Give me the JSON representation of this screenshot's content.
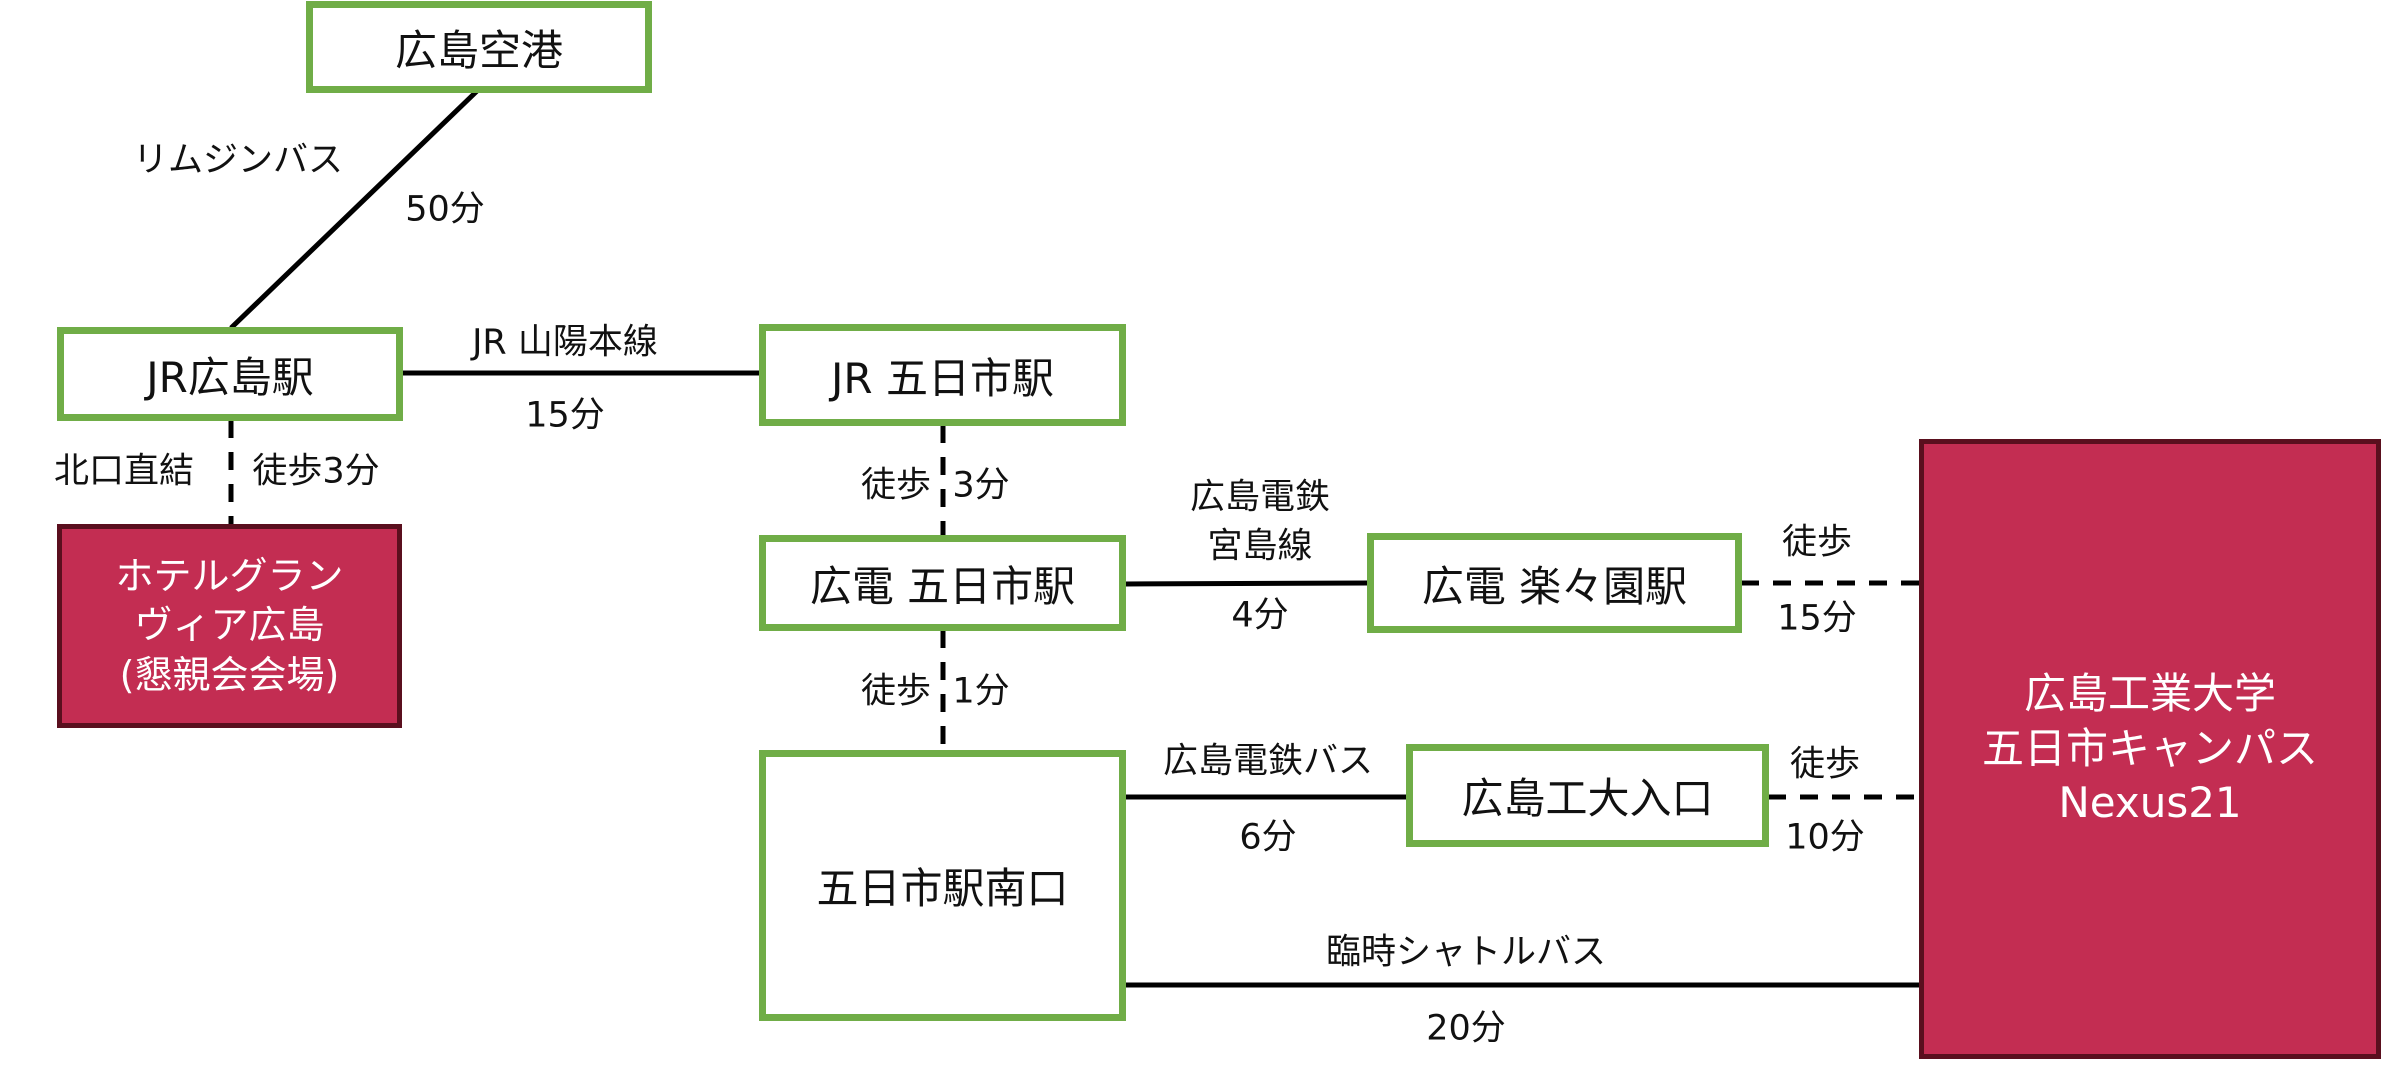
{
  "colors": {
    "station_border": "#70AD47",
    "destination_fill": "#C32D52",
    "destination_border": "#5a0f1e",
    "line": "#000000"
  },
  "nodes": {
    "airport": "広島空港",
    "jr_hiroshima": "JR広島駅",
    "hotel": [
      "ホテルグラン",
      "ヴィア広島",
      "(懇親会会場)"
    ],
    "jr_itsukaichi": "JR 五日市駅",
    "hiroden_itsukaichi": "広電 五日市駅",
    "minamiguchi": "五日市駅南口",
    "rakurakuen": "広電 楽々園駅",
    "kodai_iriguchi": "広島工大入口",
    "campus": [
      "広島工業大学",
      "五日市キャンパス",
      "Nexus21"
    ]
  },
  "edges": {
    "limousine": {
      "name": "リムジンバス",
      "time": "50分"
    },
    "sanyo": {
      "name": "JR 山陽本線",
      "time": "15分"
    },
    "hotel_walk": {
      "name": "北口直結",
      "time": "徒歩3分"
    },
    "jr_to_hiroden": {
      "name": "徒歩",
      "time": "3分"
    },
    "hiroden_to_minami": {
      "name": "徒歩",
      "time": "1分"
    },
    "miyajima": {
      "name1": "広島電鉄",
      "name2": "宮島線",
      "time": "4分"
    },
    "rakurakuen_walk": {
      "name": "徒歩",
      "time": "15分"
    },
    "bus": {
      "name": "広島電鉄バス",
      "time": "6分"
    },
    "kodai_walk": {
      "name": "徒歩",
      "time": "10分"
    },
    "shuttle": {
      "name": "臨時シャトルバス",
      "time": "20分"
    }
  }
}
